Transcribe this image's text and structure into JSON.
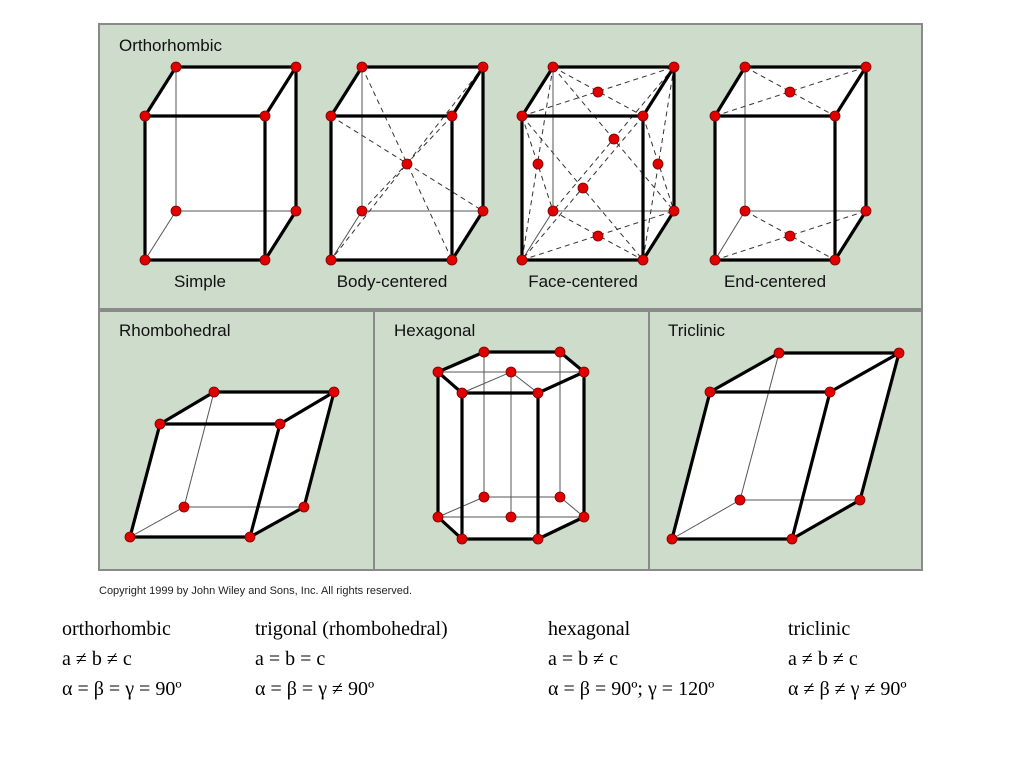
{
  "figure": {
    "panel_top_title": "Orthorhombic",
    "cells_top": [
      {
        "label": "Simple"
      },
      {
        "label": "Body-centered"
      },
      {
        "label": "Face-centered"
      },
      {
        "label": "End-centered"
      }
    ],
    "panels_bottom": [
      {
        "title": "Rhombohedral"
      },
      {
        "title": "Hexagonal"
      },
      {
        "title": "Triclinic"
      }
    ],
    "copyright": "Copyright 1999 by John Wiley and Sons, Inc.  All rights reserved.",
    "colors": {
      "panel_bg": "#cddccb",
      "lattice_point": "#e00000",
      "panel_border": "#888888"
    }
  },
  "parameters": [
    {
      "name": "orthorhombic",
      "axes": "a ≠ b ≠ c",
      "angles": "α = β = γ = 90º"
    },
    {
      "name": "trigonal (rhombohedral)",
      "axes": "a = b = c",
      "angles": "α = β = γ ≠ 90º"
    },
    {
      "name": "hexagonal",
      "axes": "a = b ≠ c",
      "angles": "α = β = 90º; γ = 120º"
    },
    {
      "name": "triclinic",
      "axes": "a ≠ b ≠ c",
      "angles": "α ≠ β ≠ γ ≠ 90º"
    }
  ]
}
